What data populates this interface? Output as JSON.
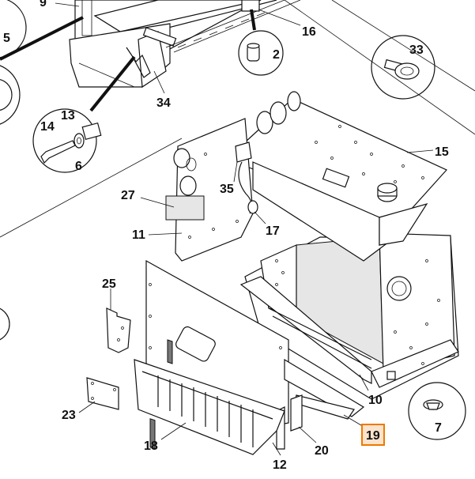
{
  "callouts": {
    "c9": "9",
    "c5": "5",
    "c16": "16",
    "c2": "2",
    "c33": "33",
    "c34": "34",
    "c13": "13",
    "c14": "14",
    "c6": "6",
    "c15": "15",
    "c27": "27",
    "c35": "35",
    "c17": "17",
    "c11": "11",
    "c25": "25",
    "c10": "10",
    "c23": "23",
    "c18": "18",
    "c12": "12",
    "c20": "20",
    "c19": "19",
    "c7": "7"
  },
  "highlight": {
    "part": "19",
    "color": "#f07800"
  }
}
